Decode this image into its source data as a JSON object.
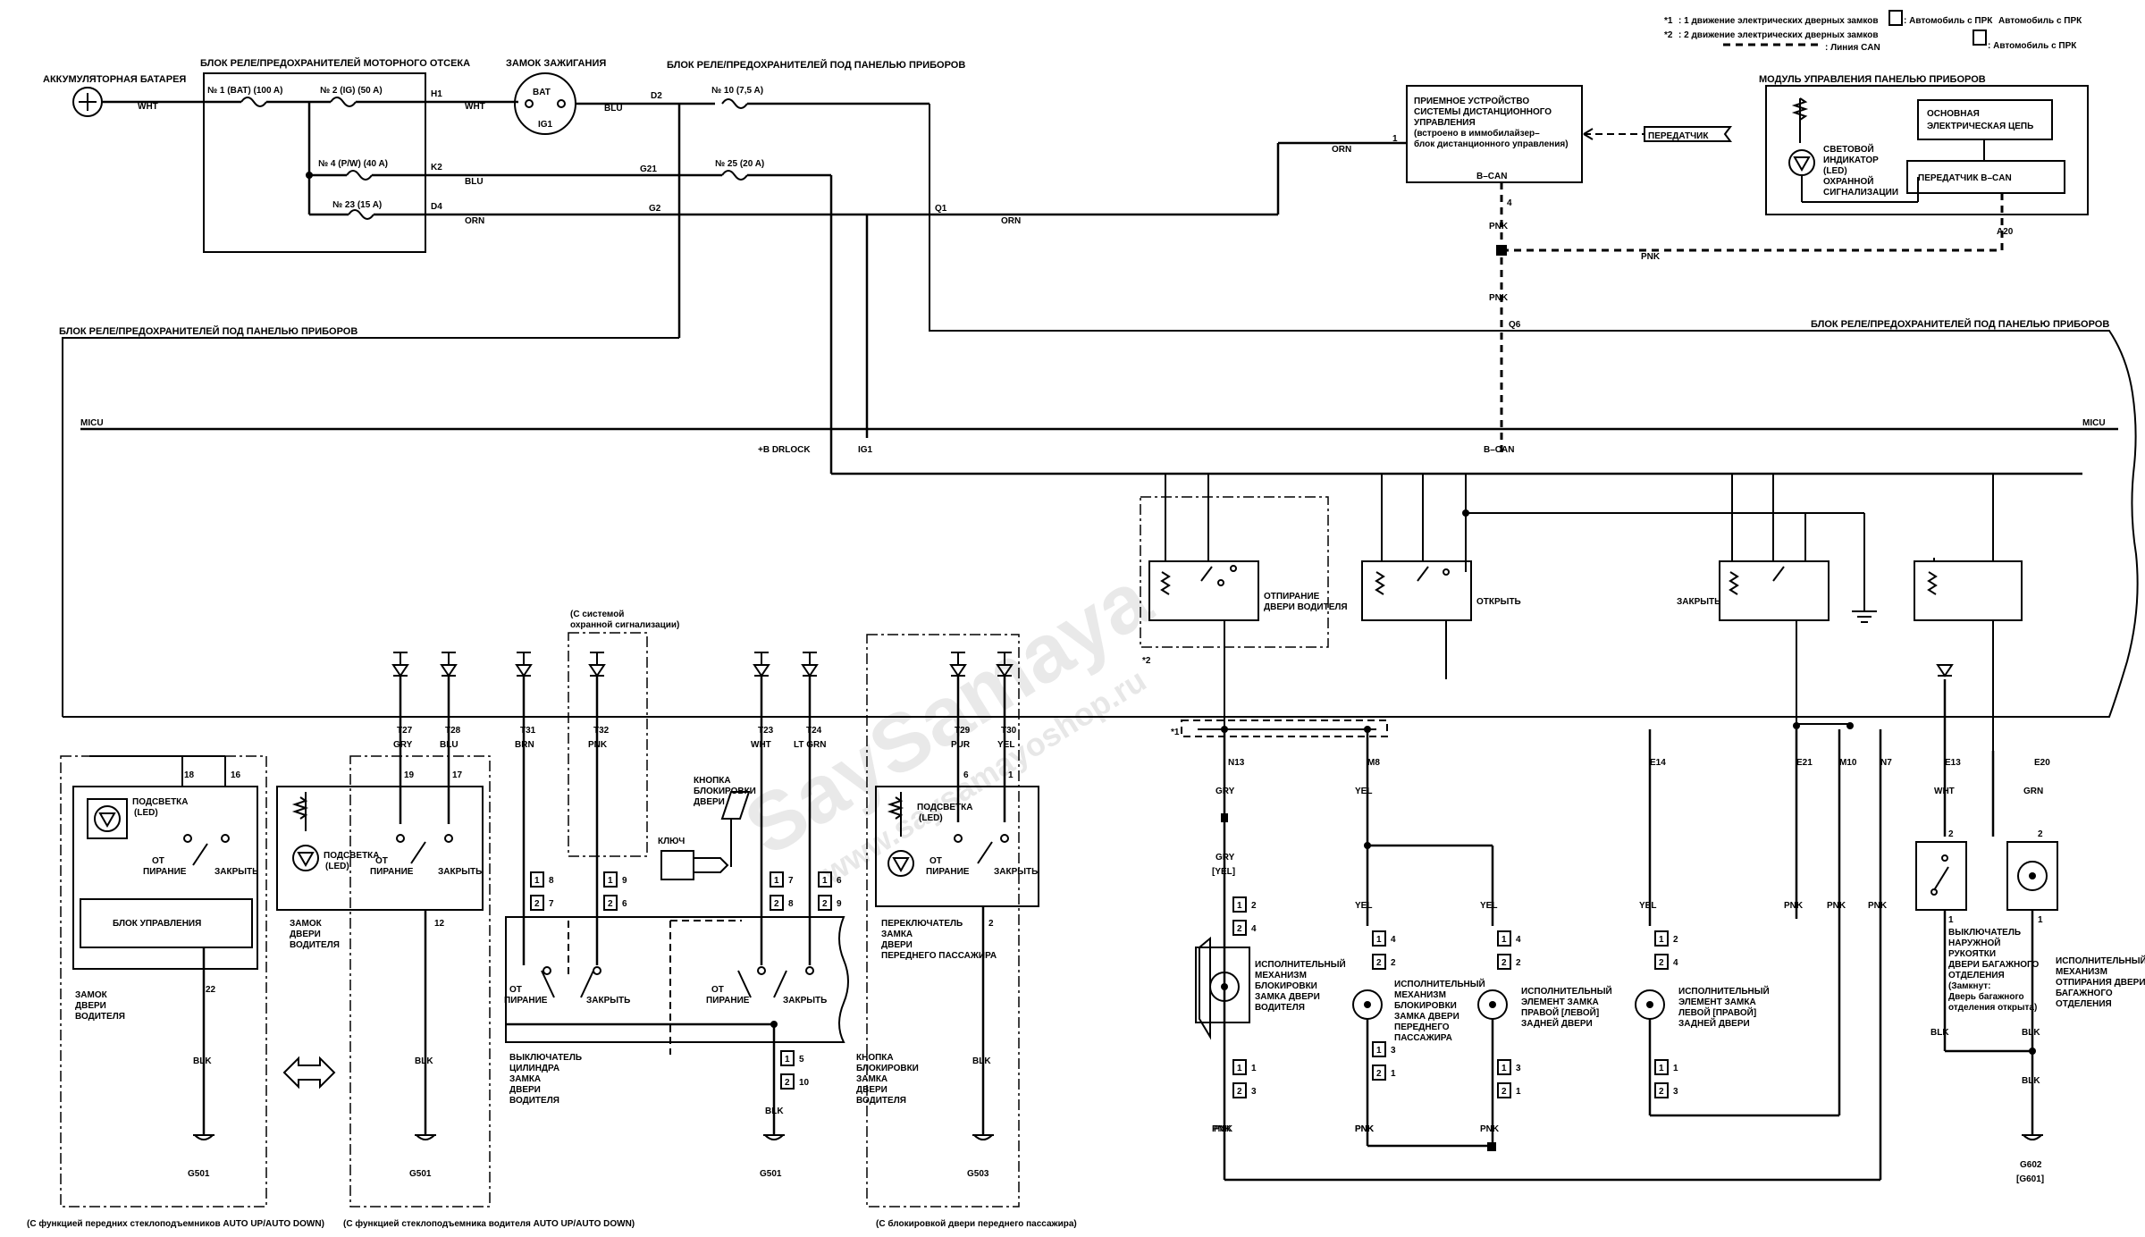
{
  "legend": {
    "note1_mark": "*1",
    "note1_text": ": 1 движение электрических дверных замков",
    "note1_vehicle": ": Автомобиль с ПРК",
    "note1_vehicle2": "Автомобиль с ПРК",
    "note2_mark": "*2",
    "note2_text": ": 2 движение электрических дверных замков",
    "note2_vehicle": ": Автомобиль с ПРК",
    "can_text": ": Линия CAN"
  },
  "blocks": {
    "battery": "АККУМУЛЯТОРНАЯ БАТАРЕЯ",
    "underhood": "БЛОК РЕЛЕ/ПРЕДОХРАНИТЕЛЕЙ МОТОРНОГО ОТСЕКА",
    "ignition": "ЗАМОК ЗАЖИГАНИЯ",
    "under_dash_top": "БЛОК РЕЛЕ/ПРЕДОХРАНИТЕЛЕЙ ПОД ПАНЕЛЬЮ ПРИБОРОВ",
    "under_dash_left": "БЛОК РЕЛЕ/ПРЕДОХРАНИТЕЛЕЙ ПОД ПАНЕЛЬЮ ПРИБОРОВ",
    "under_dash_right": "БЛОК РЕЛЕ/ПРЕДОХРАНИТЕЛЕЙ ПОД ПАНЕЛЬЮ ПРИБОРОВ",
    "keyless_receiver": [
      "ПРИЕМНОЕ УСТРОЙСТВО",
      "СИСТЕМЫ ДИСТАНЦИОННОГО",
      "УПРАВЛЕНИЯ",
      "(встроено в иммобилайзер–",
      "блок дистанционного управления)"
    ],
    "transmitter": "ПЕРЕДАТЧИК",
    "gauge_module": "МОДУЛЬ УПРАВЛЕНИЯ ПАНЕЛЬЮ ПРИБОРОВ",
    "main_circuit": [
      "ОСНОВНАЯ",
      "ЭЛЕКТРИЧЕСКАЯ ЦЕПЬ"
    ],
    "bcan_tx": "ПЕРЕДАТЧИК B–CAN",
    "led_indicator": [
      "СВЕТОВОЙ",
      "ИНДИКАТОР",
      "(LED)",
      "ОХРАННОЙ",
      "СИГНАЛИЗАЦИИ"
    ]
  },
  "fuses": {
    "f1": "№ 1 (BAT) (100 A)",
    "f2": "№ 2 (IG) (50 A)",
    "f4": "№ 4 (P/W) (40 A)",
    "f23": "№ 23 (15 A)",
    "f10": "№ 10 (7,5 A)",
    "f25": "№ 25 (20 A)"
  },
  "wires": {
    "wht": "WHT",
    "blu": "BLU",
    "orn": "ORN",
    "pnk": "PNK",
    "gry": "GRY",
    "brn": "BRN",
    "pur": "PUR",
    "yel": "YEL",
    "ltgrn": "LT GRN",
    "blk": "BLK",
    "grn": "GRN",
    "gry_yel": "[YEL]"
  },
  "pins": {
    "h1": "H1",
    "k2": "K2",
    "d4": "D4",
    "d2": "D2",
    "g21": "G21",
    "g2": "G2",
    "q1": "Q1",
    "q6": "Q6",
    "a20": "A20",
    "p1": "1",
    "p4": "4",
    "bat": "BAT",
    "ig1": "IG1",
    "bcan": "B–CAN",
    "micu": "MICU",
    "bdrlock": "+B DRLOCK",
    "ig1b": "IG1",
    "t27": "T27",
    "t28": "T28",
    "t31": "T31",
    "t32": "T32",
    "t23": "T23",
    "t24": "T24",
    "t29": "T29",
    "t30": "T30",
    "n13": "N13",
    "m8": "M8",
    "e14": "E14",
    "e21": "E21",
    "m10": "M10",
    "n7": "N7",
    "e13": "E13",
    "e20": "E20",
    "n18": "18",
    "n16": "16",
    "n19": "19",
    "n17": "17",
    "n12": "12",
    "n22": "22",
    "n6": "6",
    "n1": "1",
    "n2": "2",
    "c1": "1",
    "c2": "2",
    "c3": "3",
    "c4": "4",
    "c5": "5",
    "c6": "6",
    "c7": "7",
    "c8": "8",
    "c9": "9",
    "c10": "10"
  },
  "relays": {
    "unlock_driver": [
      "ОТПИРАНИЕ",
      "ДВЕРИ ВОДИТЕЛЯ"
    ],
    "unlock": "ОТКРЫТЬ",
    "lock": "ЗАКРЫТЬ",
    "star2": "*2",
    "star1": "*1"
  },
  "switches": {
    "illum": [
      "ПОДСВЕТКА",
      "(LED)"
    ],
    "unlock_w": [
      "ОТ",
      "ПИРАНИЕ"
    ],
    "lock_w": "ЗАКРЫТЬ",
    "control_unit": "БЛОК УПРАВЛЕНИЯ",
    "driver_lock": [
      "ЗАМОК",
      "ДВЕРИ",
      "ВОДИТЕЛЯ"
    ],
    "driver_lock2": [
      "ЗАМОК",
      "ДВЕРИ",
      "ВОДИТЕЛЯ"
    ],
    "alarm_opt": [
      "(С системой",
      "охранной сигнализации)"
    ],
    "key": "КЛЮЧ",
    "lock_knob": [
      "КНОПКА",
      "БЛОКИРОВКИ",
      "ДВЕРИ"
    ],
    "cylinder": [
      "ВЫКЛЮЧАТЕЛЬ",
      "ЦИЛИНДРА",
      "ЗАМКА",
      "ДВЕРИ",
      "ВОДИТЕЛЯ"
    ],
    "knob_switch": [
      "КНОПКА",
      "БЛОКИРОВКИ",
      "ЗАМКА",
      "ДВЕРИ",
      "ВОДИТЕЛЯ"
    ],
    "pass_switch": [
      "ПЕРЕКЛЮЧАТЕЛЬ",
      "ЗАМКА",
      "ДВЕРИ",
      "ПЕРЕДНЕГО ПАССАЖИРА"
    ]
  },
  "actuators": {
    "a1": [
      "ИСПОЛНИТЕЛЬНЫЙ",
      "МЕХАНИЗМ",
      "БЛОКИРОВКИ",
      "ЗАМКА ДВЕРИ",
      "ВОДИТЕЛЯ"
    ],
    "a2": [
      "ИСПОЛНИТЕЛЬНЫЙ",
      "МЕХАНИЗМ",
      "БЛОКИРОВКИ",
      "ЗАМКА ДВЕРИ",
      "ПЕРЕДНЕГО",
      "ПАССАЖИРА"
    ],
    "a3": [
      "ИСПОЛНИТЕЛЬНЫЙ",
      "ЭЛЕМЕНТ ЗАМКА",
      "ПРАВОЙ [ЛЕВОЙ]",
      "ЗАДНЕЙ ДВЕРИ"
    ],
    "a4": [
      "ИСПОЛНИТЕЛЬНЫЙ",
      "ЭЛЕМЕНТ ЗАМКА",
      "ЛЕВОЙ [ПРАВОЙ]",
      "ЗАДНЕЙ ДВЕРИ"
    ],
    "tg_switch": [
      "ВЫКЛЮЧАТЕЛЬ",
      "НАРУЖНОЙ",
      "РУКОЯТКИ",
      "ДВЕРИ БАГАЖНОГО",
      "ОТДЕЛЕНИЯ",
      "(Замкнут:",
      "Дверь багажного",
      "отделения открыта)"
    ],
    "tg_actuator": [
      "ИСПОЛНИТЕЛЬНЫЙ",
      "МЕХАНИЗМ",
      "ОТПИРАНИЯ ДВЕРИ",
      "БАГАЖНОГО",
      "ОТДЕЛЕНИЯ"
    ]
  },
  "grounds": {
    "g501a": "G501",
    "g501b": "G501",
    "g501c": "G501",
    "g503": "G503",
    "g602": "G602",
    "g601": "[G601]"
  },
  "footnotes": {
    "f1": "(С функцией передних стеклоподъемников AUTO UP/AUTO DOWN)",
    "f2": "(С функцией стеклоподъемника водителя AUTO UP/AUTO DOWN)",
    "f3": "(С блокировкой двери переднего пассажира)"
  }
}
